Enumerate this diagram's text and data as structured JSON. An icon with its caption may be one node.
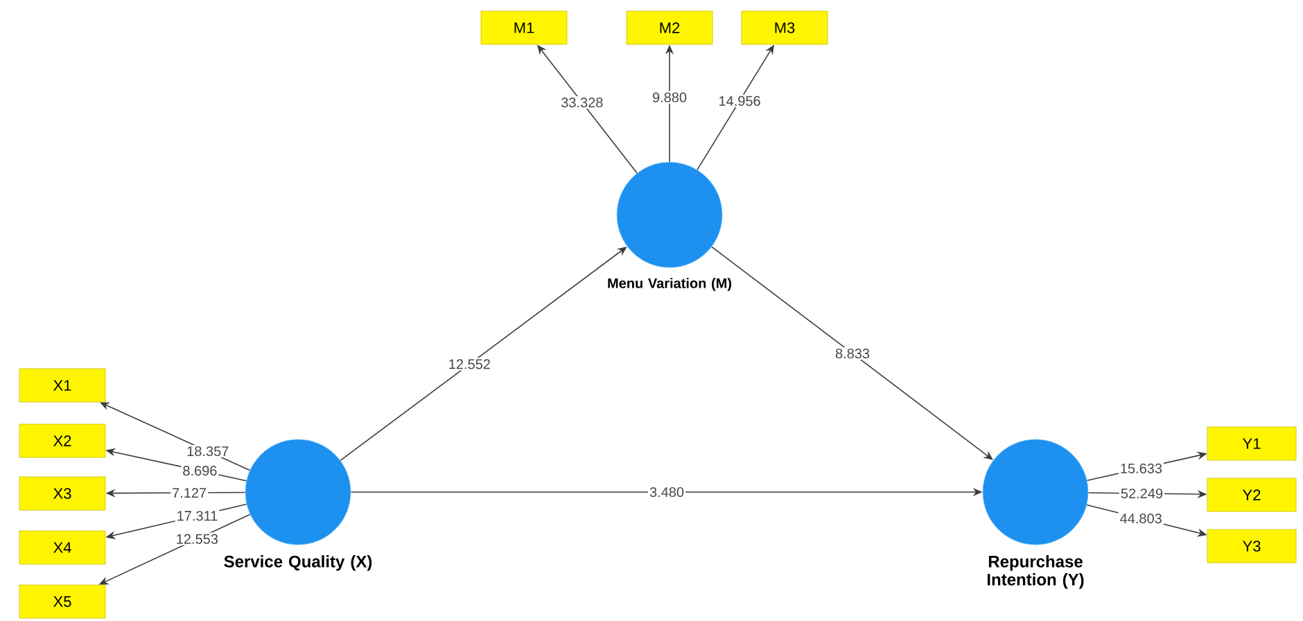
{
  "diagram": {
    "nodes": [
      {
        "text": [
          "M1"
        ]
      },
      {
        "text": [
          "M2"
        ]
      },
      {
        "text": [
          "M3"
        ]
      },
      {
        "text": [
          "Menu Variation (M)"
        ]
      },
      {
        "text": [
          "X1"
        ]
      },
      {
        "text": [
          "X2"
        ]
      },
      {
        "text": [
          "X3"
        ]
      },
      {
        "text": [
          "X4"
        ]
      },
      {
        "text": [
          "X5"
        ]
      },
      {
        "text": [
          "Service Quality (X)"
        ]
      },
      {
        "text": [
          "Repurchase Intention (Y)"
        ]
      },
      {
        "text": [
          "Y1"
        ]
      },
      {
        "text": [
          "Y2"
        ]
      },
      {
        "text": [
          "Y3"
        ]
      }
    ],
    "edges": [
      {
        "from": 3,
        "to": 0,
        "arrow": "to",
        "label": "33.328"
      },
      {
        "from": 3,
        "to": 1,
        "arrow": "to",
        "label": "9.880"
      },
      {
        "from": 3,
        "to": 2,
        "arrow": "to",
        "label": "14.956"
      },
      {
        "from": 9,
        "to": 3,
        "arrow": "to",
        "label": "12.552"
      },
      {
        "from": 3,
        "to": 10,
        "arrow": "to",
        "label": "8.833"
      },
      {
        "from": 9,
        "to": 4,
        "arrow": "to",
        "label": "18.357"
      },
      {
        "from": 9,
        "to": 5,
        "arrow": "to",
        "label": "8.696"
      },
      {
        "from": 9,
        "to": 6,
        "arrow": "to",
        "label": "7.127"
      },
      {
        "from": 9,
        "to": 7,
        "arrow": "to",
        "label": "17.311"
      },
      {
        "from": 9,
        "to": 8,
        "arrow": "to",
        "label": "12.553"
      },
      {
        "from": 9,
        "to": 10,
        "arrow": "to",
        "label": "3.480"
      },
      {
        "from": 10,
        "to": 11,
        "arrow": "to",
        "label": "15.633"
      },
      {
        "from": 10,
        "to": 12,
        "arrow": "to",
        "label": "52.249"
      },
      {
        "from": 10,
        "to": 13,
        "arrow": "to",
        "label": "44.803"
      }
    ]
  }
}
